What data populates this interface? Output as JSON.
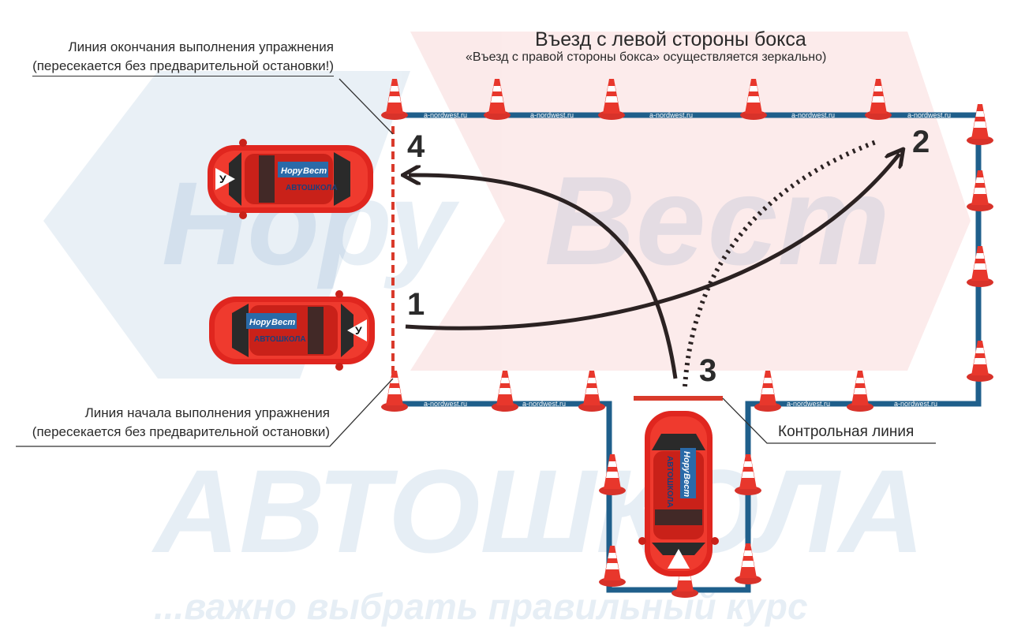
{
  "title": "Въезд с левой стороны бокса",
  "subtitle": "«Въезд с правой стороны бокса» осуществляется зеркально)",
  "callouts": {
    "end_line": [
      "Линия окончания выполнения упражнения",
      "(пересекается без предварительной остановки!)"
    ],
    "start_line": [
      "Линия начала выполнения упражнения",
      "(пересекается без предварительной остановки)"
    ],
    "control_line": "Контрольная линия"
  },
  "markers": {
    "m1": "1",
    "m2": "2",
    "m3": "3",
    "m4": "4"
  },
  "tape_text": "a-nordwest.ru",
  "car_logo": {
    "word1": "Нору",
    "word2": "Вест",
    "word3": "АВТОШКОЛА",
    "sign": "У"
  },
  "watermark": {
    "brand_left": "Нору",
    "brand_right": "Вест",
    "school": "АВТОШКОЛА",
    "slogan": "...важно выбрать правильный курс"
  },
  "colors": {
    "tape": "#1f5f8b",
    "cone": "#e8372c",
    "car": "#e0261f",
    "line": "#d93a2b",
    "arrow": "#2b2222"
  }
}
